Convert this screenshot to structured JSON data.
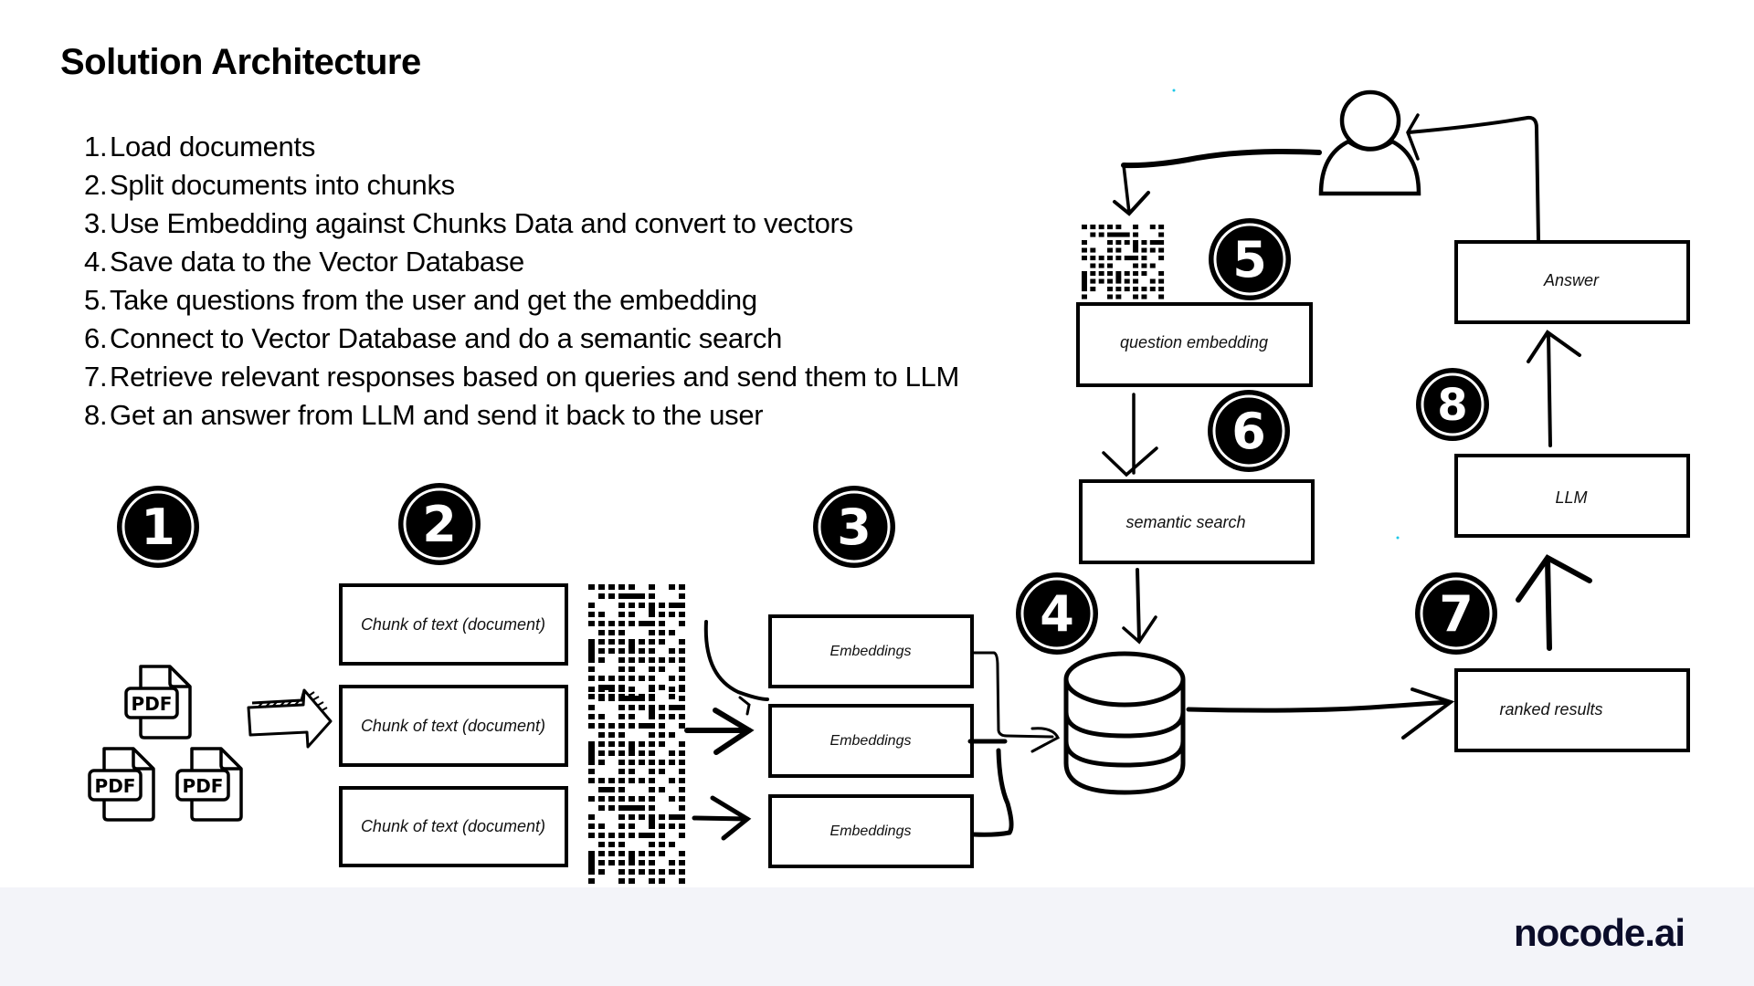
{
  "slide": {
    "title": "Solution Architecture",
    "steps": [
      {
        "num": "1.",
        "text": "Load documents"
      },
      {
        "num": "2.",
        "text": "Split documents into chunks"
      },
      {
        "num": "3.",
        "text": "Use Embedding against Chunks Data and convert to vectors"
      },
      {
        "num": "4.",
        "text": "Save data to the Vector Database"
      },
      {
        "num": "5.",
        "text": "Take questions from the user and get the embedding"
      },
      {
        "num": "6.",
        "text": "Connect to Vector Database and do a semantic search"
      },
      {
        "num": "7.",
        "text": "Retrieve relevant responses based on queries and send them to LLM"
      },
      {
        "num": "8.",
        "text": "Get an answer from LLM and send it back to the user"
      }
    ]
  },
  "diagram": {
    "badges": [
      "1",
      "2",
      "3",
      "4",
      "5",
      "6",
      "7",
      "8"
    ],
    "pdf_label": "PDF",
    "chunks": [
      "Chunk of text (document)",
      "Chunk of text (document)",
      "Chunk of text (document)"
    ],
    "embeddings": [
      "Embeddings",
      "Embeddings",
      "Embeddings"
    ],
    "question_embedding": "question embedding",
    "semantic_search": "semantic search",
    "ranked_results": "ranked results",
    "llm": "LLM",
    "answer": "Answer",
    "icons": {
      "documents": "pdf-file-icon",
      "user": "user-icon",
      "database": "vector-database-icon",
      "vector": "vector-grid-icon"
    }
  },
  "footer": {
    "brand": "nocode.ai",
    "background": "#f3f4f9",
    "brand_color": "#0b0d2a"
  }
}
